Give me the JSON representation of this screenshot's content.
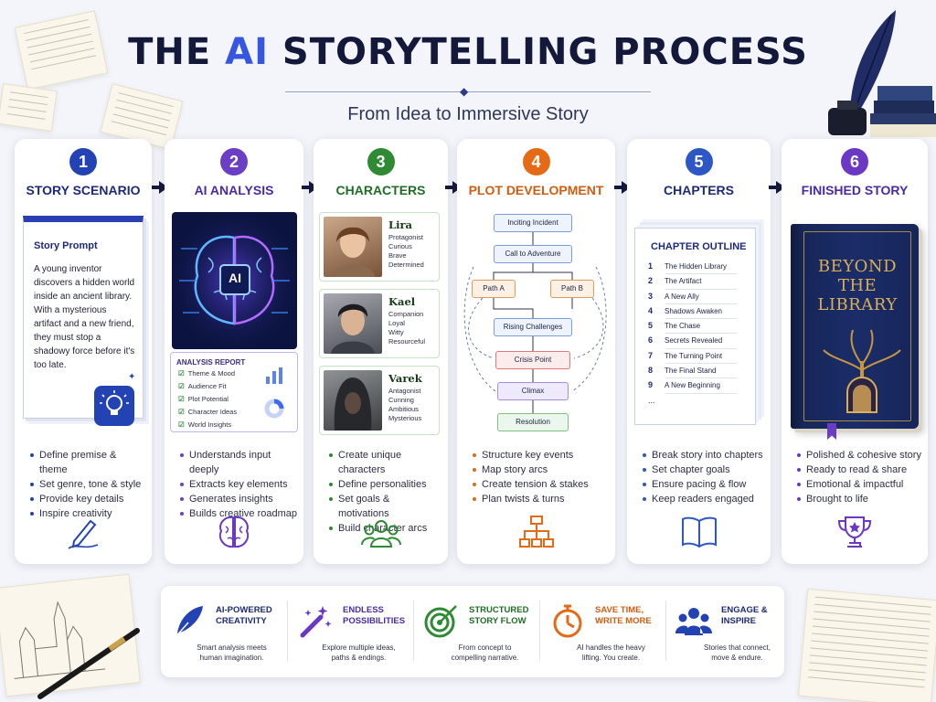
{
  "header": {
    "title_pre": "THE ",
    "title_ai": "AI",
    "title_post": " STORYTELLING PROCESS",
    "subtitle": "From Idea to Immersive Story"
  },
  "colors": {
    "navy": "#14193b",
    "step1": "#2343b5",
    "step2": "#6a3fc6",
    "step3": "#2f8a34",
    "step4": "#e56a16",
    "step5": "#2d57c4",
    "step6": "#6a38c4"
  },
  "steps": [
    {
      "number": "1",
      "title": "STORY SCENARIO",
      "card_heading": "Story Prompt",
      "card_text": "A young inventor discovers a hidden world inside an ancient library. With a mysterious artifact and a new friend, they must stop a shadowy force before it's too late.",
      "bullets": [
        "Define premise & theme",
        "Set genre, tone & style",
        "Provide key details",
        "Inspire creativity"
      ],
      "icon": "pen-icon"
    },
    {
      "number": "2",
      "title": "AI ANALYSIS",
      "brain_label": "AI",
      "report_heading": "ANALYSIS REPORT",
      "report_items": [
        "Theme & Mood",
        "Audience Fit",
        "Plot Potential",
        "Character Ideas",
        "World Insights"
      ],
      "bullets": [
        "Understands input deeply",
        "Extracts key elements",
        "Generates insights",
        "Builds creative roadmap"
      ],
      "icon": "brain-icon"
    },
    {
      "number": "3",
      "title": "CHARACTERS",
      "characters": [
        {
          "name": "Lira",
          "traits": [
            "Protagonist",
            "Curious",
            "Brave",
            "Determined"
          ]
        },
        {
          "name": "Kael",
          "traits": [
            "Companion",
            "Loyal",
            "Witty",
            "Resourceful"
          ]
        },
        {
          "name": "Varek",
          "traits": [
            "Antagonist",
            "Cunning",
            "Ambitious",
            "Mysterious"
          ]
        }
      ],
      "bullets": [
        "Create unique characters",
        "Define personalities",
        "Set goals & motivations",
        "Build character arcs"
      ],
      "icon": "group-icon"
    },
    {
      "number": "4",
      "title": "PLOT DEVELOPMENT",
      "flow": [
        "Inciting Incident",
        "Call to Adventure",
        "Path A",
        "Path B",
        "Rising Challenges",
        "Crisis Point",
        "Climax",
        "Resolution"
      ],
      "bullets": [
        "Structure key events",
        "Map story arcs",
        "Create tension & stakes",
        "Plan twists & turns"
      ],
      "icon": "flowchart-icon"
    },
    {
      "number": "5",
      "title": "CHAPTERS",
      "outline_heading": "CHAPTER OUTLINE",
      "chapters": [
        {
          "n": "1",
          "t": "The Hidden Library"
        },
        {
          "n": "2",
          "t": "The Artifact"
        },
        {
          "n": "3",
          "t": "A New Ally"
        },
        {
          "n": "4",
          "t": "Shadows Awaken"
        },
        {
          "n": "5",
          "t": "The Chase"
        },
        {
          "n": "6",
          "t": "Secrets Revealed"
        },
        {
          "n": "7",
          "t": "The Turning Point"
        },
        {
          "n": "8",
          "t": "The Final Stand"
        },
        {
          "n": "9",
          "t": "A New Beginning"
        }
      ],
      "outline_more": "...",
      "bullets": [
        "Break story into chapters",
        "Set chapter goals",
        "Ensure pacing & flow",
        "Keep readers engaged"
      ],
      "icon": "open-book-icon"
    },
    {
      "number": "6",
      "title": "FINISHED STORY",
      "book_title": "BEYOND THE LIBRARY",
      "bullets": [
        "Polished & cohesive story",
        "Ready to read & share",
        "Emotional & impactful",
        "Brought to life"
      ],
      "icon": "trophy-icon"
    }
  ],
  "benefits": [
    {
      "title": "AI-POWERED\nCREATIVITY",
      "text": "Smart analysis meets\nhuman imagination.",
      "icon": "quill-icon",
      "color": "#2343b5"
    },
    {
      "title": "ENDLESS\nPOSSIBILITIES",
      "text": "Explore multiple ideas,\npaths & endings.",
      "icon": "magic-wand-icon",
      "color": "#6a38c4"
    },
    {
      "title": "STRUCTURED\nSTORY FLOW",
      "text": "From concept to\ncompelling narrative.",
      "icon": "target-icon",
      "color": "#2f8a34"
    },
    {
      "title": "SAVE TIME,\nWRITE MORE",
      "text": "AI handles the heavy\nlifting. You create.",
      "icon": "stopwatch-icon",
      "color": "#e56a16"
    },
    {
      "title": "ENGAGE &\nINSPIRE",
      "text": "Stories that connect,\nmove & endure.",
      "icon": "audience-icon",
      "color": "#2343b5"
    }
  ]
}
